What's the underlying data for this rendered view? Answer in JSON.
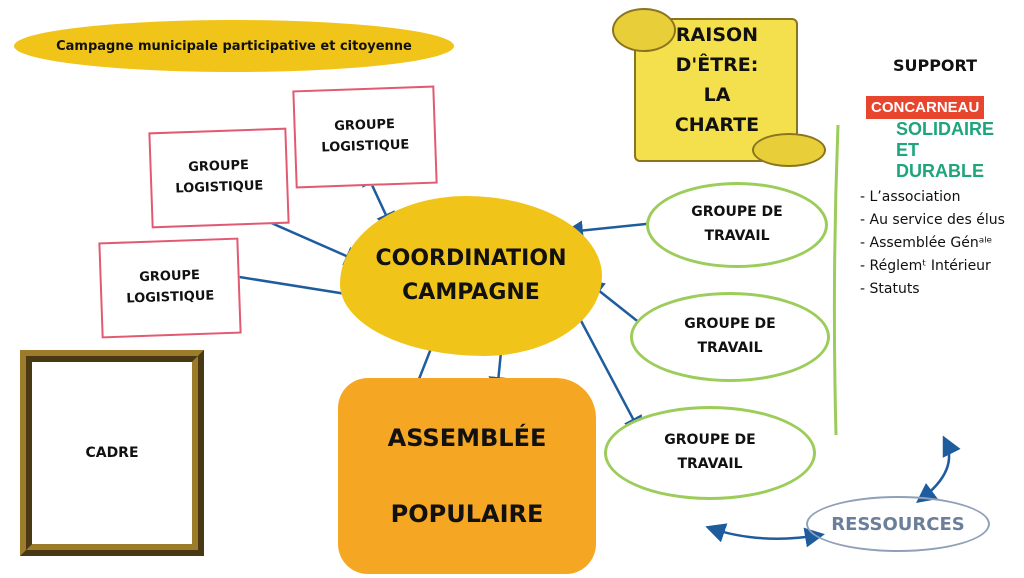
{
  "title": "Campagne municipale participative et citoyenne",
  "charter": {
    "line1": "RAISON",
    "line2": "D'ÊTRE:",
    "line3": "LA",
    "line4": "CHARTE"
  },
  "coordination": {
    "line1": "COORDINATION",
    "line2": "CAMPAGNE"
  },
  "assembly": {
    "line1": "ASSEMBLÉE",
    "line2": "POPULAIRE"
  },
  "logistics": [
    {
      "line1": "GROUPE",
      "line2": "LOGISTIQUE"
    },
    {
      "line1": "GROUPE",
      "line2": "LOGISTIQUE"
    },
    {
      "line1": "GROUPE",
      "line2": "LOGISTIQUE"
    }
  ],
  "work_groups": [
    {
      "line1": "GROUPE DE",
      "line2": "TRAVAIL"
    },
    {
      "line1": "GROUPE DE",
      "line2": "TRAVAIL"
    },
    {
      "line1": "GROUPE DE",
      "line2": "TRAVAIL"
    }
  ],
  "frame": "CADRE",
  "resources": "RESSOURCES",
  "support": {
    "heading": "SUPPORT",
    "logo_top": "CONCARNEAU",
    "logo_mid": "SOLIDAIRE",
    "logo_bottom": "ET DURABLE",
    "items": [
      "- L’association",
      "- Au service des élus",
      "- Assemblée Génᵃˡᵉ",
      "- Réglemᵗ Intérieur",
      "- Statuts"
    ]
  },
  "colors": {
    "yellow": "#f0c419",
    "orange": "#f5a623",
    "green": "#9ccc5a",
    "pink": "#e25a72",
    "arrow": "#1f5c9e",
    "logo_red": "#e8452f",
    "logo_green": "#1ea57c"
  }
}
